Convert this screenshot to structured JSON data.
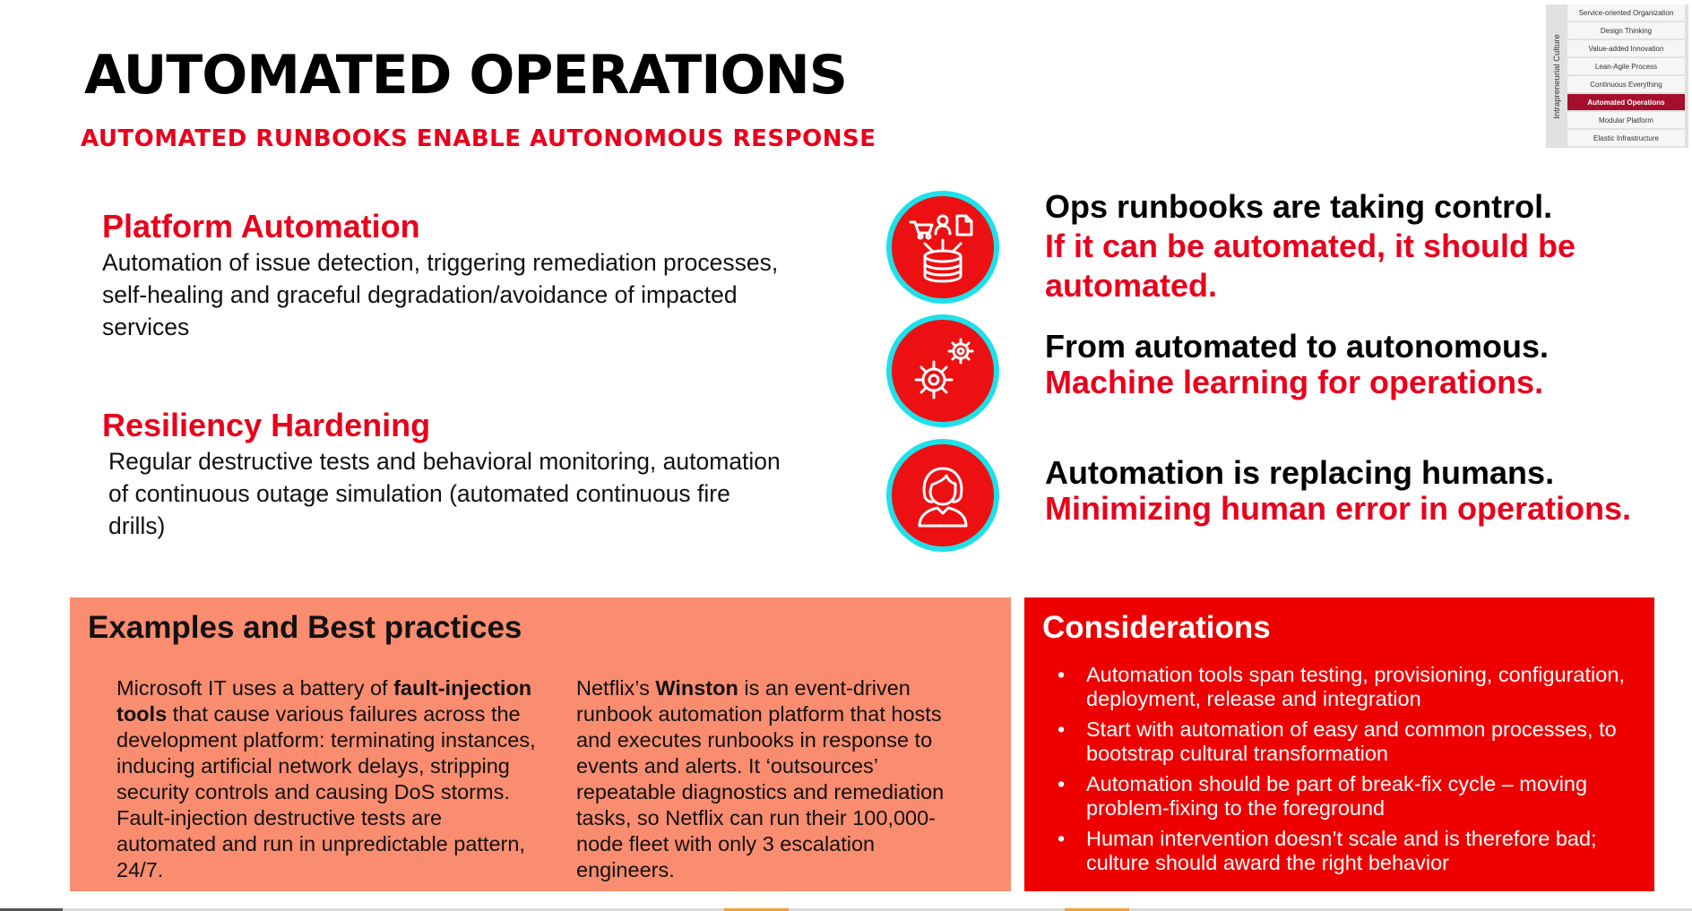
{
  "header": {
    "title": "AUTOMATED OPERATIONS",
    "subtitle": "AUTOMATED RUNBOOKS ENABLE AUTONOMOUS RESPONSE"
  },
  "mini_nav": {
    "vertical_label": "Intrapreneurial Culture",
    "items": [
      {
        "label": "Service-oriented Organization"
      },
      {
        "label": "Design Thinking"
      },
      {
        "label": "Value-added Innovation"
      },
      {
        "label": "Lean-Agile Process"
      },
      {
        "label": "Continuous Everything"
      },
      {
        "label": "Automated Operations",
        "active": true
      },
      {
        "label": "Modular Platform"
      },
      {
        "label": "Elastic Infrastructure"
      }
    ]
  },
  "left": {
    "platform": {
      "heading": "Platform Automation",
      "text": "Automation of issue detection, triggering remediation processes, self-healing and graceful degradation/avoidance of impacted services"
    },
    "resiliency": {
      "heading": "Resiliency Hardening",
      "text": "Regular destructive tests and behavioral monitoring, automation of continuous outage simulation (automated continuous fire drills)"
    }
  },
  "statements": [
    {
      "icon": "data-automation-icon",
      "black": "Ops runbooks are taking control.",
      "red": "If it can be automated, it should be automated."
    },
    {
      "icon": "gears-icon",
      "black": "From automated to autonomous.",
      "red": "Machine learning for operations."
    },
    {
      "icon": "person-icon",
      "black": "Automation is replacing humans.",
      "red": "Minimizing human error in operations."
    }
  ],
  "examples": {
    "title": "Examples and Best practices",
    "col1": {
      "pre": "Microsoft IT uses a battery of ",
      "bold": "fault-injection tools",
      "post": " that cause various failures across the development platform: terminating instances, inducing artificial network delays, stripping security controls and causing DoS storms. Fault-injection destructive tests are automated and run in unpredictable pattern, 24/7."
    },
    "col2": {
      "pre": "Netflix’s ",
      "bold": "Winston",
      "post": " is an event-driven runbook automation platform that hosts and executes runbooks in response to events and alerts. It ‘outsources’ repeatable diagnostics and remediation tasks, so Netflix can run their 100,000-node fleet with only 3 escalation engineers."
    }
  },
  "considerations": {
    "title": "Considerations",
    "items": [
      "Automation tools span testing, provisioning, configuration, deployment, release and integration",
      "Start with automation of easy and common processes, to bootstrap cultural transformation",
      "Automation should be part of break-fix cycle – moving problem-fixing to the foreground",
      "Human intervention doesn’t scale and is therefore bad; culture should award the right behavior"
    ]
  },
  "colors": {
    "accent_red": "#e8001c",
    "box_salmon": "#fa8c70",
    "box_red": "#ef0000",
    "circle_ring": "#1ee0e8",
    "nav_active": "#a30f2d"
  }
}
